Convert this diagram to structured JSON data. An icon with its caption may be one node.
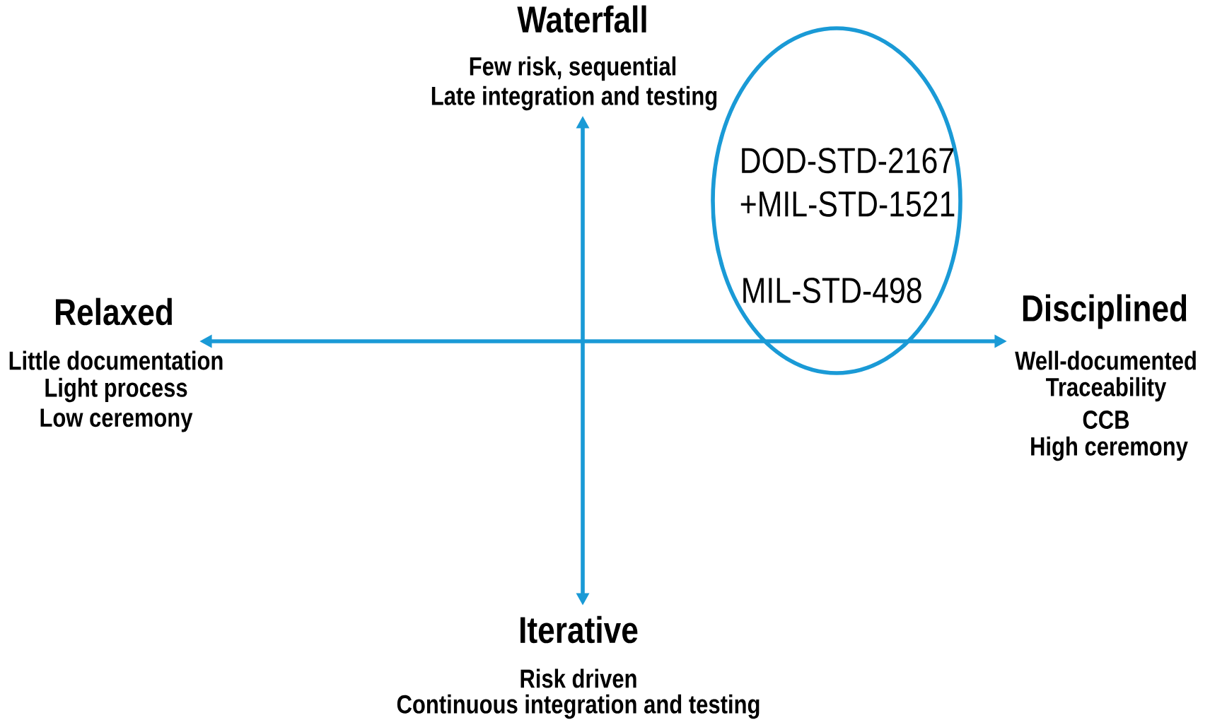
{
  "diagram": {
    "nodes": [
      {
        "text": [
          "DOD-STD-2167 +MIL-STD-1521",
          "MIL-STD-498"
        ]
      }
    ],
    "labels": [
      "Waterfall",
      "Few risk, sequential",
      "Late integration and testing",
      "Relaxed",
      "Little documentation",
      "Light process",
      "Low ceremony",
      "Disciplined",
      "Well-documented",
      "Traceability",
      "CCB",
      "High ceremony",
      "Iterative",
      "Risk driven",
      "Continuous integration and testing"
    ]
  }
}
